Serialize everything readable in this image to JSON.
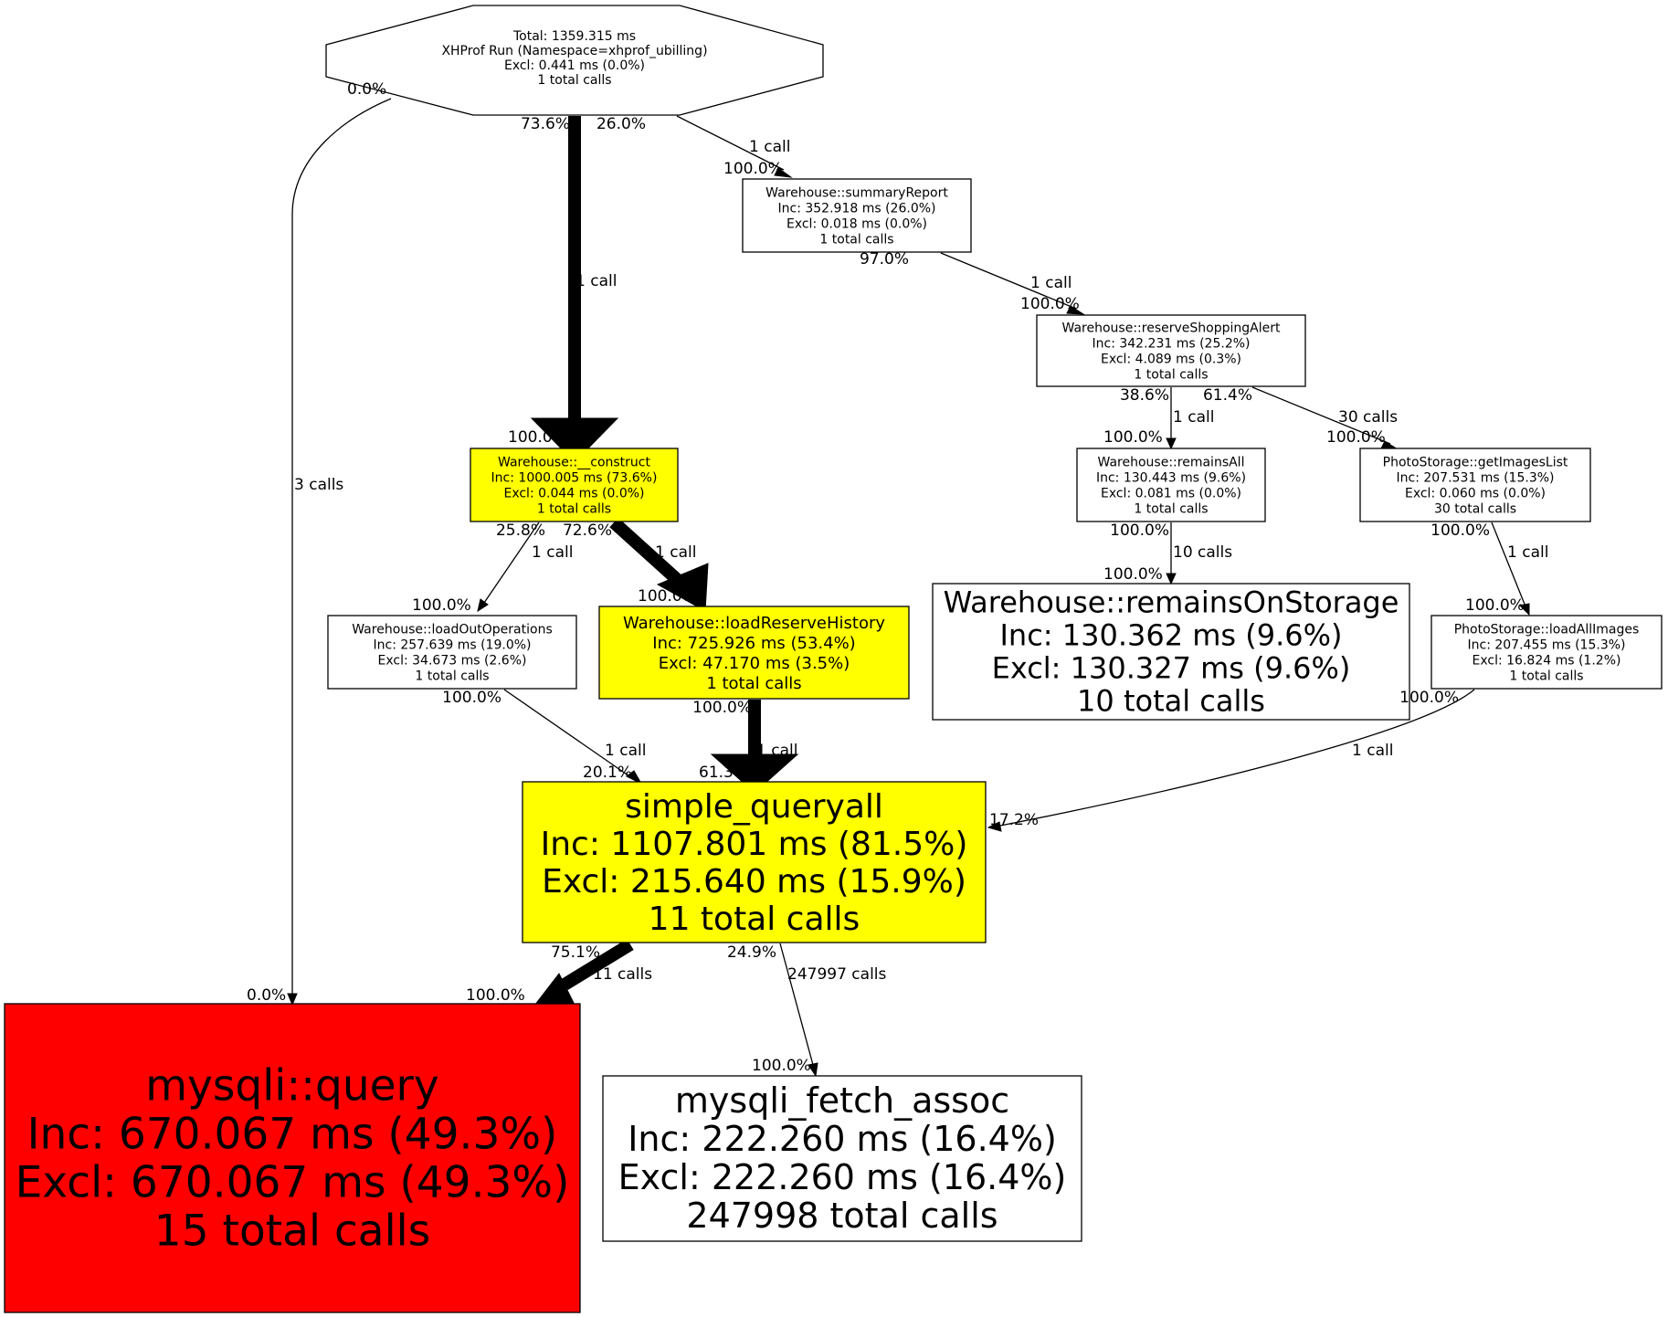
{
  "title": {
    "line1": "Total: 1359.315 ms",
    "line2": "XHProf Run (Namespace=xhprof_ubilling)",
    "line3": "Excl: 0.441 ms (0.0%)",
    "line4": "1 total calls"
  },
  "colors": {
    "hot": "#ff0000",
    "warm": "#ffff00",
    "normal": "#ffffff",
    "stroke": "#000000"
  },
  "nodes": [
    {
      "id": "summaryReport",
      "fill": "normal",
      "lines": [
        "Warehouse::summaryReport",
        "Inc: 352.918 ms (26.0%)",
        "Excl: 0.018 ms (0.0%)",
        "1 total calls"
      ]
    },
    {
      "id": "reserveShoppingAlert",
      "fill": "normal",
      "lines": [
        "Warehouse::reserveShoppingAlert",
        "Inc: 342.231 ms (25.2%)",
        "Excl: 4.089 ms (0.3%)",
        "1 total calls"
      ]
    },
    {
      "id": "construct",
      "fill": "warm",
      "lines": [
        "Warehouse::__construct",
        "Inc: 1000.005 ms (73.6%)",
        "Excl: 0.044 ms (0.0%)",
        "1 total calls"
      ]
    },
    {
      "id": "remainsAll",
      "fill": "normal",
      "lines": [
        "Warehouse::remainsAll",
        "Inc: 130.443 ms (9.6%)",
        "Excl: 0.081 ms (0.0%)",
        "1 total calls"
      ]
    },
    {
      "id": "getImagesList",
      "fill": "normal",
      "lines": [
        "PhotoStorage::getImagesList",
        "Inc: 207.531 ms (15.3%)",
        "Excl: 0.060 ms (0.0%)",
        "30 total calls"
      ]
    },
    {
      "id": "loadOutOperations",
      "fill": "normal",
      "lines": [
        "Warehouse::loadOutOperations",
        "Inc: 257.639 ms (19.0%)",
        "Excl: 34.673 ms (2.6%)",
        "1 total calls"
      ]
    },
    {
      "id": "loadReserveHistory",
      "fill": "warm",
      "lines": [
        "Warehouse::loadReserveHistory",
        "Inc: 725.926 ms (53.4%)",
        "Excl: 47.170 ms (3.5%)",
        "1 total calls"
      ]
    },
    {
      "id": "remainsOnStorage",
      "fill": "normal",
      "lines": [
        "Warehouse::remainsOnStorage",
        "Inc: 130.362 ms (9.6%)",
        "Excl: 130.327 ms (9.6%)",
        "10 total calls"
      ]
    },
    {
      "id": "loadAllImages",
      "fill": "normal",
      "lines": [
        "PhotoStorage::loadAllImages",
        "Inc: 207.455 ms (15.3%)",
        "Excl: 16.824 ms (1.2%)",
        "1 total calls"
      ]
    },
    {
      "id": "simple_queryall",
      "fill": "warm",
      "lines": [
        "simple_queryall",
        "Inc: 1107.801 ms (81.5%)",
        "Excl: 215.640 ms (15.9%)",
        "11 total calls"
      ]
    },
    {
      "id": "mysqli_query",
      "fill": "hot",
      "lines": [
        "mysqli::query",
        "Inc: 670.067 ms (49.3%)",
        "Excl: 670.067 ms (49.3%)",
        "15 total calls"
      ]
    },
    {
      "id": "mysqli_fetch_assoc",
      "fill": "normal",
      "lines": [
        "mysqli_fetch_assoc",
        "Inc: 222.260 ms (16.4%)",
        "Excl: 222.260 ms (16.4%)",
        "247998 total calls"
      ]
    }
  ],
  "edges": [
    {
      "id": "total-construct",
      "calls": "1 call",
      "tail": "73.6%",
      "head": "100.0%"
    },
    {
      "id": "total-summaryReport",
      "calls": "1 call",
      "tail": "26.0%",
      "head": "100.0%"
    },
    {
      "id": "total-mysqli_query",
      "calls": "3 calls",
      "tail": "0.0%",
      "head": "0.0%"
    },
    {
      "id": "summaryReport-reserveShoppingAlert",
      "calls": "1 call",
      "tail": "97.0%",
      "head": "100.0%"
    },
    {
      "id": "reserveShoppingAlert-remainsAll",
      "calls": "1 call",
      "tail": "38.6%",
      "head": "100.0%"
    },
    {
      "id": "reserveShoppingAlert-getImagesList",
      "calls": "30 calls",
      "tail": "61.4%",
      "head": "100.0%"
    },
    {
      "id": "construct-loadOutOperations",
      "calls": "1 call",
      "tail": "25.8%",
      "head": "100.0%"
    },
    {
      "id": "construct-loadReserveHistory",
      "calls": "1 call",
      "tail": "72.6%",
      "head": "100.0%"
    },
    {
      "id": "remainsAll-remainsOnStorage",
      "calls": "10 calls",
      "tail": "100.0%",
      "head": "100.0%"
    },
    {
      "id": "getImagesList-loadAllImages",
      "calls": "1 call",
      "tail": "100.0%",
      "head": "100.0%"
    },
    {
      "id": "loadOutOperations-simple_queryall",
      "calls": "1 call",
      "tail": "100.0%",
      "head": "20.1%"
    },
    {
      "id": "loadReserveHistory-simple_queryall",
      "calls": "1 call",
      "tail": "100.0%",
      "head": "61.3%"
    },
    {
      "id": "loadAllImages-simple_queryall",
      "calls": "1 call",
      "tail": "100.0%",
      "head": "17.2%"
    },
    {
      "id": "simple_queryall-mysqli_query",
      "calls": "11 calls",
      "tail": "75.1%",
      "head": "100.0%"
    },
    {
      "id": "simple_queryall-mysqli_fetch_assoc",
      "calls": "247997 calls",
      "tail": "24.9%",
      "head": "100.0%"
    }
  ]
}
